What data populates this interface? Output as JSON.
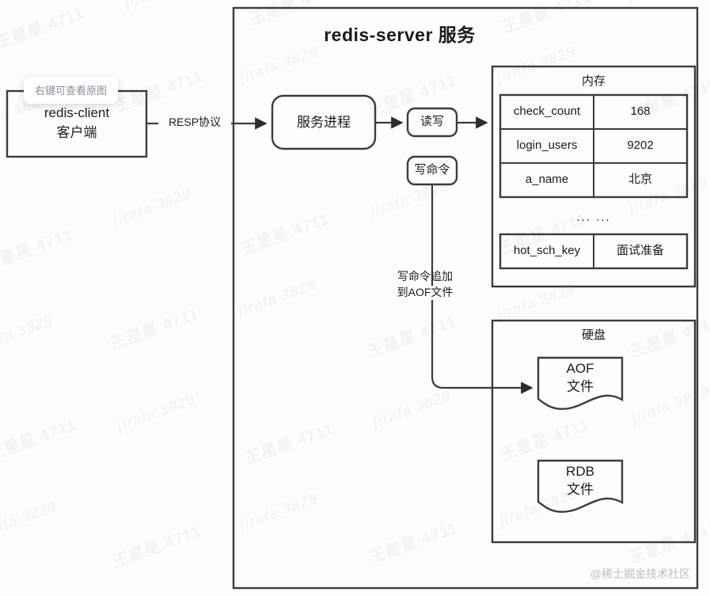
{
  "diagram": {
    "title": "redis-server 服务",
    "client_box": {
      "line1": "redis-client",
      "line2": "客户端"
    },
    "tooltip": "右键可查看原图",
    "credit": "@稀土掘金技术社区",
    "edges": {
      "resp": "RESP协议",
      "aof_note_line1": "写命令追加",
      "aof_note_line2": "到AOF文件"
    },
    "process_box": "服务进程",
    "read_write_box": "读写",
    "write_cmd_box": "写命令",
    "memory": {
      "title": "内存",
      "ellipsis": "... ...",
      "rows": [
        {
          "key": "check_count",
          "value": "168"
        },
        {
          "key": "login_users",
          "value": "9202"
        },
        {
          "key": "a_name",
          "value": "北京"
        }
      ],
      "hot_row": {
        "key": "hot_sch_key",
        "value": "面试准备"
      }
    },
    "disk": {
      "title": "硬盘",
      "files": [
        {
          "line1": "AOF",
          "line2": "文件"
        },
        {
          "line1": "RDB",
          "line2": "文件"
        }
      ]
    },
    "watermarks": [
      "王星星 4711",
      "jirafa 3829"
    ]
  },
  "colors": {
    "stroke": "#3c3c3c",
    "text": "#1b1b1b",
    "background": "#fdfdfd",
    "tooltip_text": "#8a8f98",
    "credit_text": "#b9bdc4"
  }
}
